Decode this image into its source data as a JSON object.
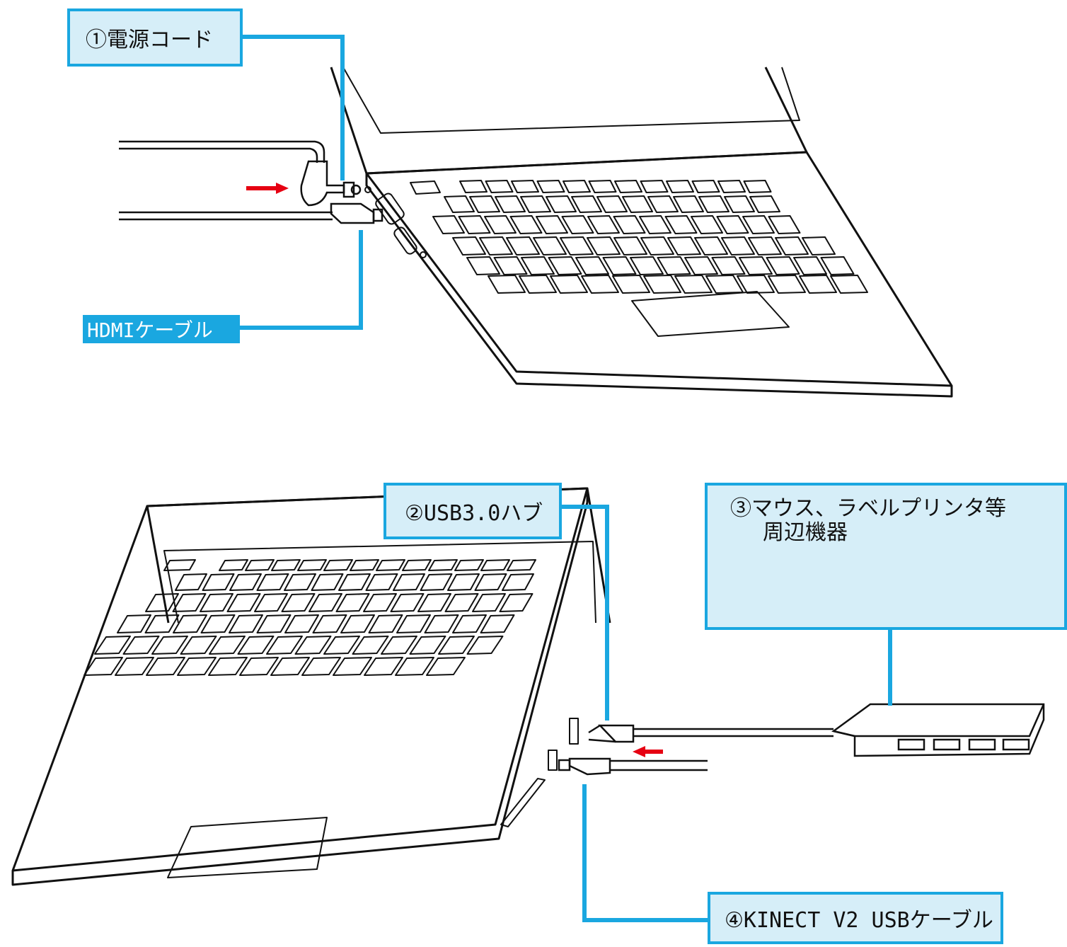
{
  "labels": {
    "power_cord": "①電源コード",
    "hdmi_cable": "HDMIケーブル",
    "usb_hub": "②USB3.0ハブ",
    "peripherals_line1": "③マウス、ラベルプリンタ等",
    "peripherals_line2": "周辺機器",
    "kinect_cable": "④KINECT V2 USBケーブル"
  },
  "colors": {
    "callout_border": "#1aa7e0",
    "callout_fill": "#d6eef8",
    "arrow": "#e60012",
    "line_art": "#111111"
  },
  "icons": [
    "laptop-icon",
    "power-plug-icon",
    "hdmi-plug-icon",
    "usb-hub-icon",
    "usb-plug-icon",
    "mouse-icon",
    "label-printer-icon"
  ]
}
